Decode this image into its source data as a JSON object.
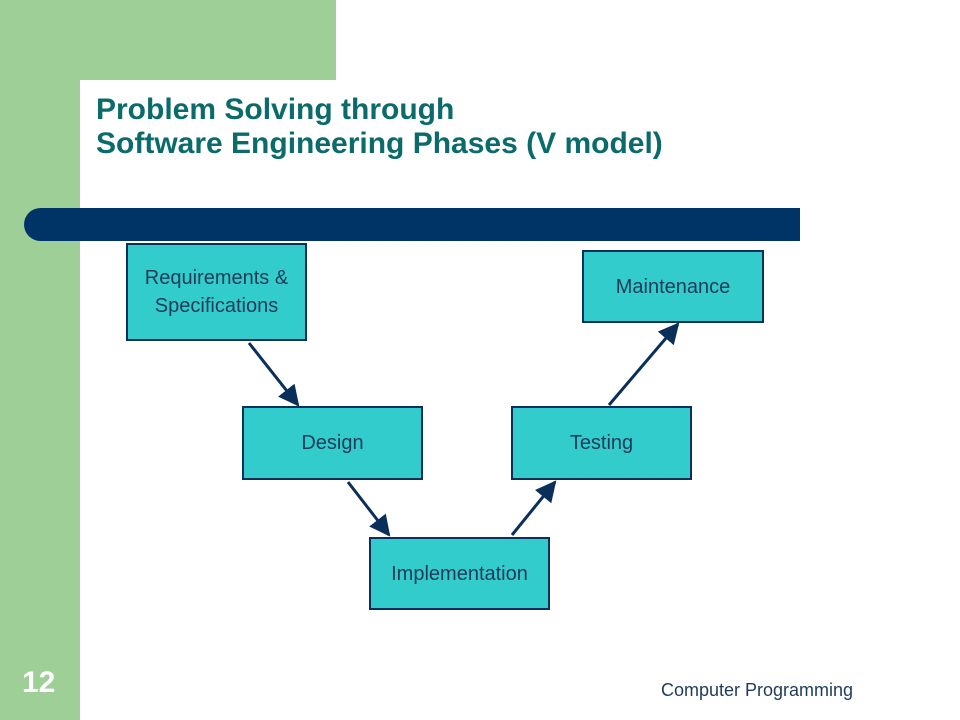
{
  "slide": {
    "title_line1": "Problem Solving through",
    "title_line2": "Software Engineering Phases (V model)",
    "number": "12",
    "footer": "Computer Programming"
  },
  "diagram": {
    "boxes": {
      "requirements": "Requirements &\nSpecifications",
      "design": "Design",
      "implementation": "Implementation",
      "testing": "Testing",
      "maintenance": "Maintenance"
    }
  },
  "colors": {
    "box_fill": "#33cccc",
    "box_border": "#0b2f5b",
    "title": "#0b6b6b",
    "accent_bar": "#003366",
    "side_panel": "#9dcf97"
  }
}
